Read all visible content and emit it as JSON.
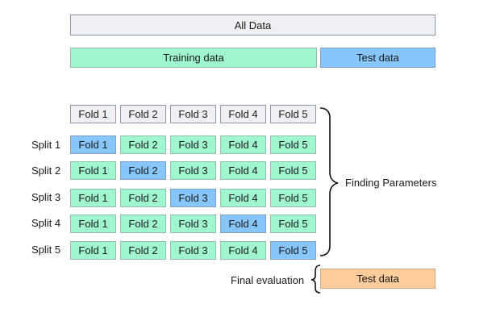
{
  "all_data": "All Data",
  "training_data": "Training data",
  "test_data": "Test data",
  "folds": [
    "Fold 1",
    "Fold 2",
    "Fold 3",
    "Fold 4",
    "Fold 5"
  ],
  "splits": [
    "Split 1",
    "Split 2",
    "Split 3",
    "Split 4",
    "Split 5"
  ],
  "finding_parameters": "Finding Parameters",
  "final_evaluation": "Final evaluation",
  "final_test_data": "Test data",
  "colors": {
    "all_data": "#eef0f3",
    "training": "#a0f7cf",
    "test": "#87c6fa",
    "final_test": "#fdcc9b"
  }
}
